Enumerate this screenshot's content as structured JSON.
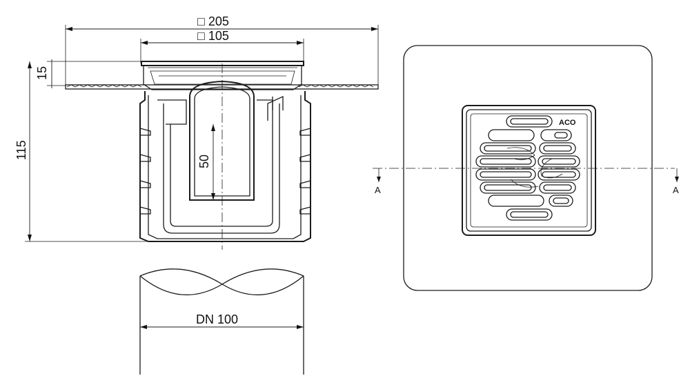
{
  "dimensions": {
    "outer_flange": "□ 205",
    "inner_grate": "□ 105",
    "frame_height": "15",
    "total_height": "115",
    "inner_depth": "50",
    "pipe_diameter": "DN 100"
  },
  "section": {
    "left_marker": "A",
    "right_marker": "A"
  },
  "grate": {
    "logo": "ACO"
  }
}
